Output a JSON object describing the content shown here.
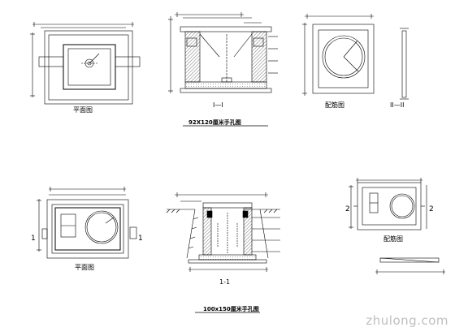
{
  "drawing": {
    "upper": {
      "plan_caption": "平面图",
      "section_caption": "I—I",
      "rebar_caption": "配筋图",
      "rebar_section_caption": "II—II",
      "title": "92X120厘米手孔图"
    },
    "lower": {
      "plan_caption": "平面图",
      "section_caption": "1-1",
      "rebar_caption": "配筋图",
      "title": "100x150厘米手孔图",
      "cut_marks": [
        "1",
        "1",
        "2",
        "2"
      ]
    }
  },
  "watermark": {
    "text": "zhulong.com",
    "brand_color": "#bfbfbf"
  },
  "colors": {
    "line": "#000000",
    "hatch": "#555555",
    "background": "#ffffff"
  }
}
